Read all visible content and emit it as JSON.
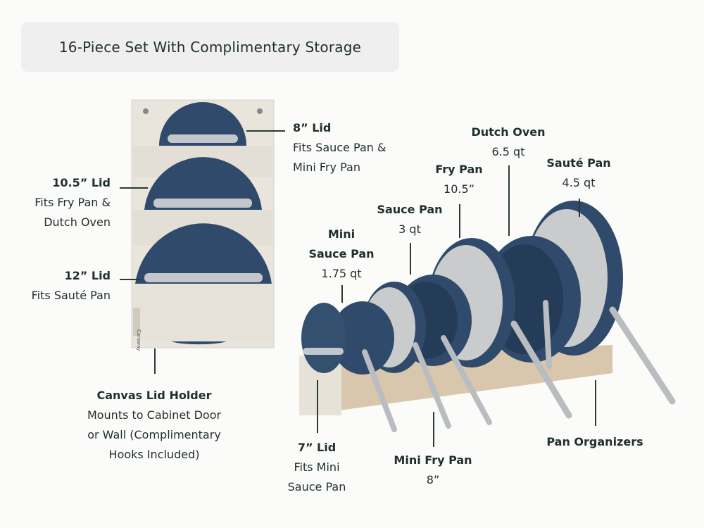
{
  "title": "16-Piece Set With Complimentary Storage",
  "colors": {
    "background": "#fbfbf9",
    "title_box": "#efeff0",
    "text": "#1f2f2c",
    "pan_blue": "#2f4a6a",
    "canvas": "#e9e5dd",
    "steel": "#b9bcc0"
  },
  "canvas_tag": "Caraway",
  "callouts": {
    "lid_8": {
      "name": "8” Lid",
      "desc": [
        "Fits Sauce Pan &",
        "Mini Fry Pan"
      ]
    },
    "lid_10_5": {
      "name": "10.5” Lid",
      "desc": [
        "Fits Fry Pan &",
        "Dutch Oven"
      ]
    },
    "lid_12": {
      "name": "12” Lid",
      "desc": [
        "Fits Sauté Pan"
      ]
    },
    "canvas_holder": {
      "name": "Canvas Lid Holder",
      "desc": [
        "Mounts to Cabinet Door",
        "or Wall (Complimentary",
        "Hooks Included)"
      ]
    },
    "lid_7": {
      "name": "7” Lid",
      "desc": [
        "Fits Mini",
        "Sauce Pan"
      ]
    },
    "mini_fry_pan": {
      "name": "Mini Fry Pan",
      "size": "8”"
    },
    "pan_organizers": {
      "name": "Pan Organizers"
    },
    "mini_sauce_pan": {
      "name": [
        "Mini",
        "Sauce Pan"
      ],
      "size": "1.75 qt"
    },
    "sauce_pan": {
      "name": "Sauce Pan",
      "size": "3 qt"
    },
    "fry_pan": {
      "name": "Fry Pan",
      "size": "10.5”"
    },
    "dutch_oven": {
      "name": "Dutch Oven",
      "size": "6.5 qt"
    },
    "saute_pan": {
      "name": "Sauté Pan",
      "size": "4.5 qt"
    }
  }
}
